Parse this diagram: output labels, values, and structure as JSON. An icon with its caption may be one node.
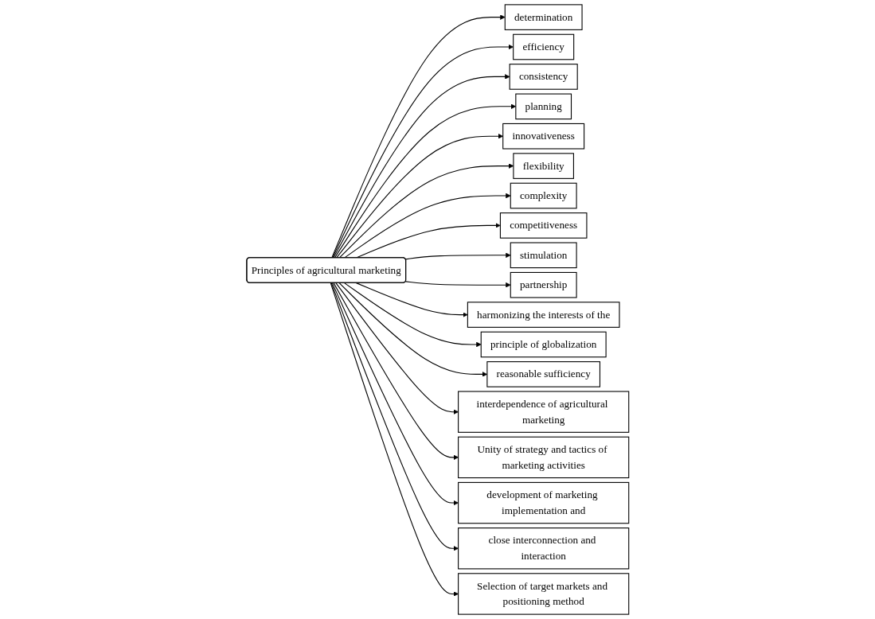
{
  "diagram": {
    "nodes": [
      {
        "text": [
          "Principles of agricultural marketing"
        ]
      },
      {
        "text": [
          "determination"
        ]
      },
      {
        "text": [
          "efficiency"
        ]
      },
      {
        "text": [
          "consistency"
        ]
      },
      {
        "text": [
          "planning"
        ]
      },
      {
        "text": [
          "innovativeness"
        ]
      },
      {
        "text": [
          "flexibility"
        ]
      },
      {
        "text": [
          "complexity"
        ]
      },
      {
        "text": [
          "competitiveness"
        ]
      },
      {
        "text": [
          "stimulation"
        ]
      },
      {
        "text": [
          "partnership"
        ]
      },
      {
        "text": [
          "harmonizing the interests of the"
        ]
      },
      {
        "text": [
          "principle of globalization"
        ]
      },
      {
        "text": [
          "reasonable sufficiency"
        ]
      },
      {
        "text": [
          "interdependence of agricultural marketing"
        ]
      },
      {
        "text": [
          "Unity of strategy and tactics of marketing activities"
        ]
      },
      {
        "text": [
          "development of marketing implementation and"
        ]
      },
      {
        "text": [
          "close interconnection and interaction"
        ]
      },
      {
        "text": [
          "Selection of target markets and positioning method"
        ]
      }
    ],
    "edges": [
      {
        "from": 0,
        "to": 1,
        "arrow": "to"
      },
      {
        "from": 0,
        "to": 2,
        "arrow": "to"
      },
      {
        "from": 0,
        "to": 3,
        "arrow": "to"
      },
      {
        "from": 0,
        "to": 4,
        "arrow": "to"
      },
      {
        "from": 0,
        "to": 5,
        "arrow": "to"
      },
      {
        "from": 0,
        "to": 6,
        "arrow": "to"
      },
      {
        "from": 0,
        "to": 7,
        "arrow": "to"
      },
      {
        "from": 0,
        "to": 8,
        "arrow": "to"
      },
      {
        "from": 0,
        "to": 9,
        "arrow": "to"
      },
      {
        "from": 0,
        "to": 10,
        "arrow": "to"
      },
      {
        "from": 0,
        "to": 11,
        "arrow": "to"
      },
      {
        "from": 0,
        "to": 12,
        "arrow": "to"
      },
      {
        "from": 0,
        "to": 13,
        "arrow": "to"
      },
      {
        "from": 0,
        "to": 14,
        "arrow": "to"
      },
      {
        "from": 0,
        "to": 15,
        "arrow": "to"
      },
      {
        "from": 0,
        "to": 16,
        "arrow": "to"
      },
      {
        "from": 0,
        "to": 17,
        "arrow": "to"
      },
      {
        "from": 0,
        "to": 18,
        "arrow": "to"
      }
    ]
  }
}
